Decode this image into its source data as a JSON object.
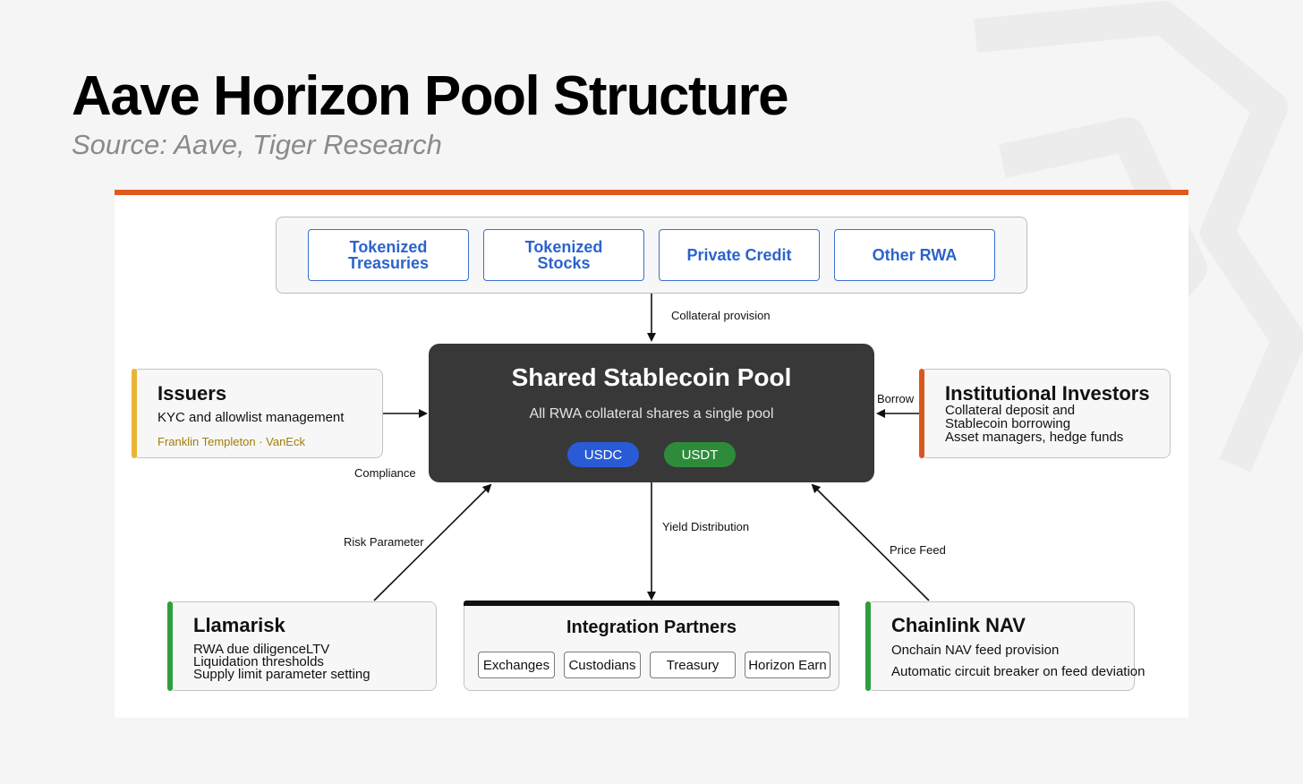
{
  "header": {
    "title": "Aave Horizon Pool Structure",
    "source": "Source: Aave, Tiger Research"
  },
  "colors": {
    "accent_bar": "#e05a1e",
    "rwa_blue": "#2c63cc",
    "pool_bg": "#383838",
    "usdc": "#2a5bd7",
    "usdt": "#2e8b3a",
    "issuers_stripe": "#e8b534",
    "investors_stripe": "#d9581c",
    "green_stripe": "#2e9e3e"
  },
  "rwa": {
    "items": [
      "Tokenized\nTreasuries",
      "Tokenized\nStocks",
      "Private Credit",
      "Other RWA"
    ]
  },
  "edges": {
    "collateral": "Collateral provision",
    "borrow": "Borrow",
    "compliance": "Compliance",
    "risk": "Risk Parameter",
    "yield": "Yield Distribution",
    "price": "Price Feed"
  },
  "pool": {
    "title": "Shared Stablecoin Pool",
    "subtitle": "All RWA collateral shares a single pool",
    "tokens": [
      "USDC",
      "USDT"
    ]
  },
  "issuers": {
    "title": "Issuers",
    "desc": "KYC and allowlist management",
    "examples": "Franklin Templeton · VanEck"
  },
  "investors": {
    "title": "Institutional Investors",
    "lines": [
      "Collateral deposit and",
      "Stablecoin borrowing",
      "Asset managers, hedge funds"
    ]
  },
  "llamarisk": {
    "title": "Llamarisk",
    "lines": [
      "RWA due diligenceLTV",
      "Liquidation thresholds",
      "Supply limit parameter setting"
    ]
  },
  "integration": {
    "title": "Integration Partners",
    "partners": [
      "Exchanges",
      "Custodians",
      "Treasury",
      "Horizon Earn"
    ]
  },
  "chainlink": {
    "title": "Chainlink NAV",
    "lines": [
      "Onchain NAV feed provision",
      "Automatic circuit breaker on feed deviation"
    ]
  }
}
